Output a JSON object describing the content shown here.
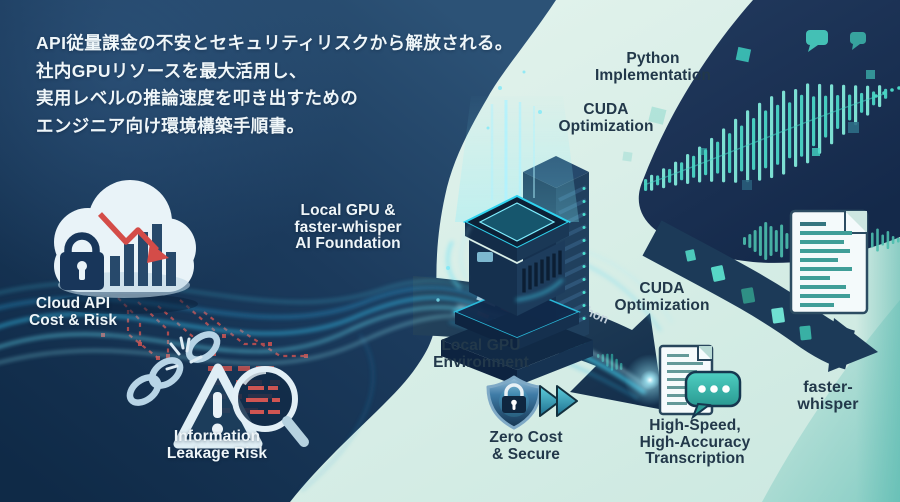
{
  "headline": {
    "lines": [
      "API従量課金の不安とセキュリティリスクから解放される。",
      "社内GPUリソースを最大活用し、",
      "実用レベルの推論速度を叩き出すための",
      "エンジニア向け環境構築手順書。"
    ]
  },
  "labels": {
    "cloud_risk": "Cloud API\nCost & Risk",
    "info_leakage": "Information\nLeakage Risk",
    "gpu_foundation": "Local GPU &\nfaster-whisper\nAI Foundation",
    "local_env": "Local GPU\nEnvironment",
    "python_impl": "Python\nImplementation",
    "cuda_opt_top": "CUDA\nOptimization",
    "cuda_opt_mid": "CUDA\nOptimization",
    "zero_cost": "Zero Cost\n& Secure",
    "transcription": "High-Speed,\nHigh-Accuracy\nTranscription",
    "faster_whisper": "faster-whisper",
    "band_python": "Python",
    "band_cuda": "CUDA"
  },
  "colors": {
    "navy_dark": "#14304e",
    "mint_light": "#d9efe9",
    "teal_accent": "#4fd2c2",
    "cyan_glow": "#3fc8f0",
    "alert_red": "#c84f4e",
    "text_dark": "#22384a",
    "text_light": "#eef5f8"
  }
}
